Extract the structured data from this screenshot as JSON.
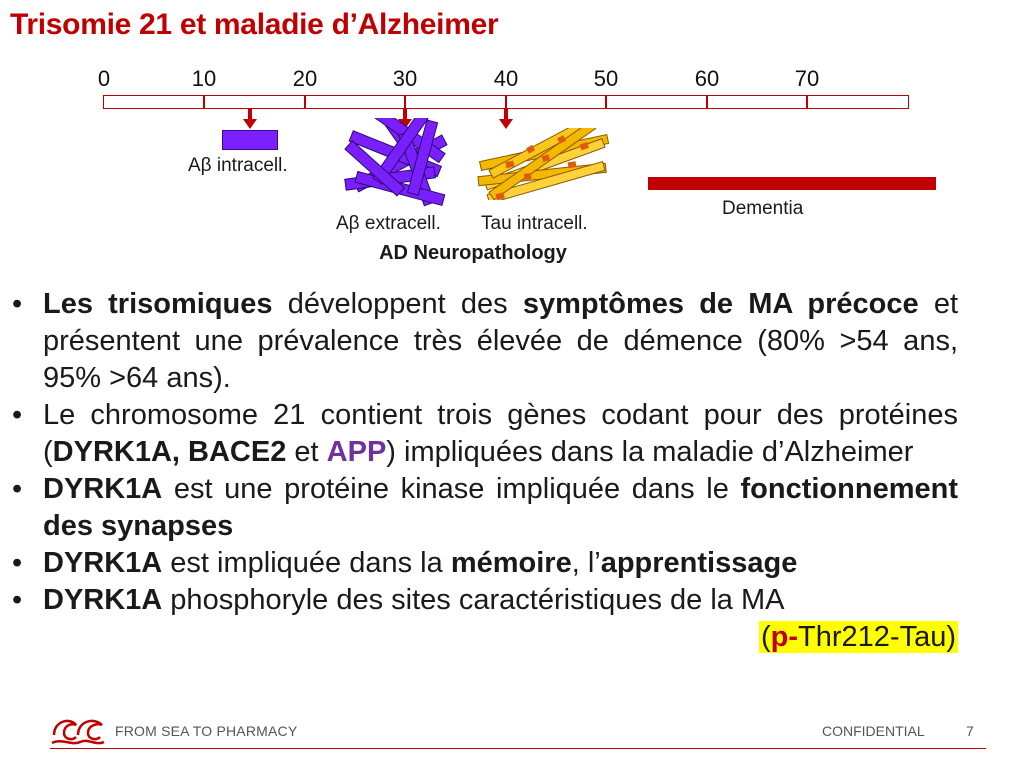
{
  "slide": {
    "title": "Trisomie 21 et maladie d’Alzheimer"
  },
  "timeline": {
    "ticks": [
      "0",
      "10",
      "20",
      "30",
      "40",
      "50",
      "60",
      "70"
    ],
    "labels": {
      "ab_intracell": "Aβ intracell.",
      "ab_extracell": "Aβ extracell.",
      "tau_intracell": "Tau intracell.",
      "dementia": "Dementia"
    },
    "neuropathology_title": "AD Neuropathology",
    "colors": {
      "axis": "#c00000",
      "ab": "#7a1fff",
      "tau": "#f5b800",
      "tau_accent": "#e05a10",
      "dementia": "#c00000"
    }
  },
  "bullets": {
    "b1": {
      "s1": "Les trisomiques",
      "s2": " développent des ",
      "s3": "symptômes de MA précoce",
      "s4": " et présentent une prévalence très élevée de démence (80% >54 ans, 95% >64 ans)."
    },
    "b2": {
      "s1": "Le chromosome 21 contient trois gènes codant pour des protéines (",
      "s2": "DYRK1A, BACE2",
      "s3": " et ",
      "s4": "APP",
      "s5": ") impliquées dans la maladie d’Alzheimer"
    },
    "b3": {
      "s1": "DYRK1A",
      "s2": " est une protéine kinase impliquée dans le ",
      "s3": "fonctionnement des synapses"
    },
    "b4": {
      "s1": "DYRK1A",
      "s2": " est impliquée dans la ",
      "s3": "mémoire",
      "s4": ", l’",
      "s5": "apprentissage"
    },
    "b5": {
      "s1": "DYRK1A",
      "s2": " phosphoryle des sites caractéristiques de la MA",
      "hl_open": "(",
      "hl_p": "p-",
      "hl_rest": "Thr212-Tau)"
    }
  },
  "footer": {
    "brand": "FROM SEA TO PHARMACY",
    "confidential": "CONFIDENTIAL",
    "page_number": "7",
    "logo_icon": "fsp-wave-logo-icon"
  }
}
